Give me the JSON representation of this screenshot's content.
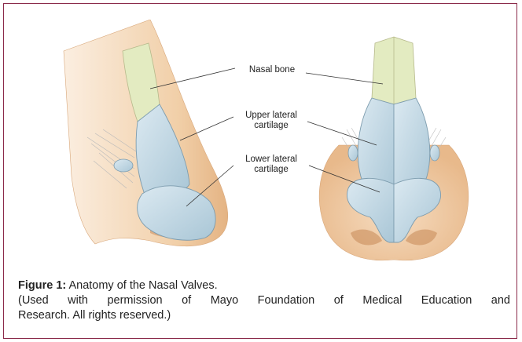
{
  "labels": {
    "nasal_bone": "Nasal bone",
    "upper_lateral_1": "Upper lateral",
    "upper_lateral_2": "cartilage",
    "lower_lateral_1": "Lower lateral",
    "lower_lateral_2": "cartilage"
  },
  "caption": {
    "prefix": "Figure 1:",
    "title": " Anatomy of the Nasal Valves.",
    "credit_line1": "(Used with permission of Mayo Foundation of Medical Education and",
    "credit_line2": "Research. All rights reserved.)"
  },
  "colors": {
    "frame": "#8b2a4a",
    "skin": "#f2d2b0",
    "bone": "#e6ecc4",
    "cartilage": "#c9dde8"
  }
}
